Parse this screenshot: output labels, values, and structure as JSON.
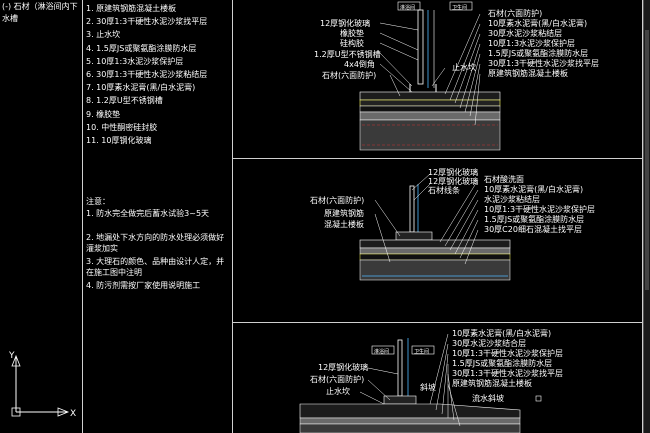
{
  "left_column": {
    "title": "(-) 石材（淋浴间内下水槽"
  },
  "materials": [
    "1. 原建筑钢筋混凝土楼板",
    "2. 30厚1:3干硬性水泥沙浆找平层",
    "3. 止水坎",
    "4. 1.5厚JS或聚氨酯涂膜防水层",
    "5. 10厚1:3水泥沙浆保护层",
    "6. 30厚1:3干硬性水泥沙浆粘结层",
    "7. 10厚素水泥膏(黑/白水泥膏)",
    "8. 1.2厚U型不锈钢槽",
    "9. 橡胶垫",
    "10. 中性酮密硅封胶",
    "11. 10厚钢化玻璃"
  ],
  "notes": {
    "heading": "注意：",
    "items": [
      "1. 防水完全做完后蓄水试验3~5天",
      "2. 地漏处下水方向的防水处理必须做好灌浆加实",
      "3. 大理石的颜色、品种由设计人定，并在施工图中注明",
      "4. 防污剂需按厂家使用说明施工"
    ]
  },
  "detail1": {
    "tags": [
      "淋浴间",
      "卫生间"
    ],
    "left_labels": [
      "12厚钢化玻璃",
      "橡胶垫",
      "硅构胶",
      "1.2厚U型不锈钢槽",
      "4x4倒角",
      "石材(六面防护)"
    ],
    "right_labels": [
      "石材(六面防护)",
      "10厚素水泥膏(黑/白水泥膏)",
      "30厚水泥沙浆粘结层",
      "10厚1:3水泥沙浆保护层",
      "1.5厚JS或聚氨酯涂膜防水层",
      "30厚1:3干硬性水泥沙浆找平层",
      "原建筑钢筋混凝土楼板"
    ],
    "mid_label": "止水坎"
  },
  "detail2": {
    "top_labels": [
      "12厚钢化玻璃",
      "12厚钢化玻璃",
      "石材线条"
    ],
    "left_labels": [
      "石材(六面防护)",
      "原建筑钢筋",
      "混凝土楼板"
    ],
    "right_labels": [
      "石材酸洗面",
      "10厚素水泥膏(黑/白水泥膏)",
      "水泥沙浆粘结层",
      "10厚1:3干硬性水泥沙浆保护层",
      "1.5厚JS或聚氨酯涂膜防水层",
      "30厚C20细石混凝土找平层"
    ]
  },
  "detail3": {
    "tags": [
      "淋浴间",
      "卫生间"
    ],
    "left_labels": [
      "12厚钢化玻璃",
      "石材(六面防护)",
      "止水坎"
    ],
    "mid_labels": [
      "斜坡",
      "流水斜坡"
    ],
    "right_labels": [
      "10厚素水泥膏(黑/白水泥膏)",
      "30厚水泥沙浆结合层",
      "10厚1:3干硬性水泥沙浆保护层",
      "1.5厚JS或聚氨酯涂膜防水层",
      "30厚1:3干硬性水泥沙浆找平层",
      "原建筑钢筋混凝土楼板"
    ]
  },
  "ucs": {
    "x_label": "X",
    "y_label": "Y"
  },
  "colors": {
    "background": "#000000",
    "text": "#ffffff",
    "highlight": "#ffff66",
    "frame": "#cfcfcf",
    "concrete": "#6a6a6a",
    "guide": "#4fb8ff",
    "marker": "#cc3333"
  }
}
